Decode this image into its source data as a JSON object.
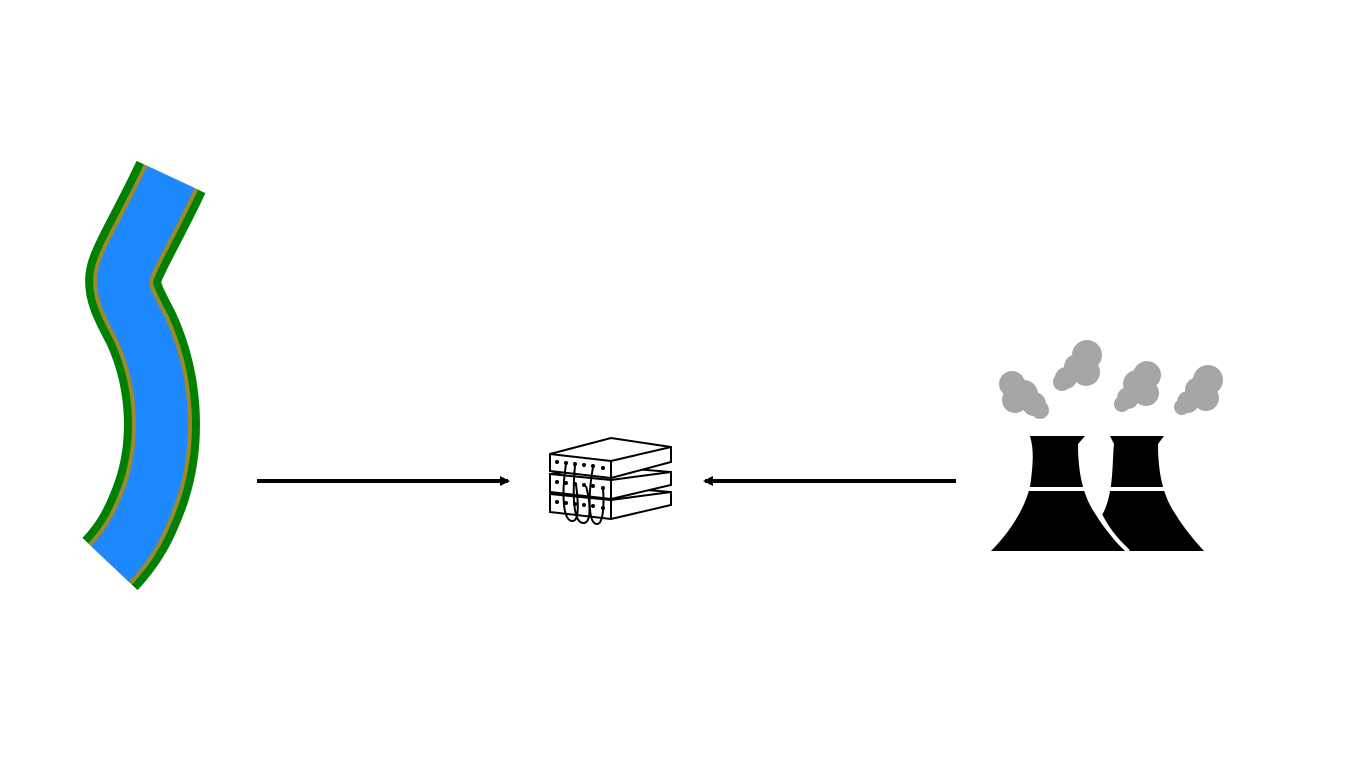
{
  "diagram": {
    "nodes": [
      {
        "id": "river",
        "icon": "river-icon",
        "colors": {
          "water": "#1e88ff",
          "bank": "#008000",
          "shore": "#9a8a2a"
        }
      },
      {
        "id": "network-switch",
        "icon": "network-switch-stack-icon"
      },
      {
        "id": "power-plant",
        "icon": "cooling-towers-icon",
        "colors": {
          "towers": "#000000",
          "smoke": "#a6a6a6"
        }
      }
    ],
    "edges": [
      {
        "from": "river",
        "to": "network-switch"
      },
      {
        "from": "power-plant",
        "to": "network-switch"
      }
    ],
    "colors": {
      "arrow": "#000000",
      "background": "#ffffff"
    }
  }
}
